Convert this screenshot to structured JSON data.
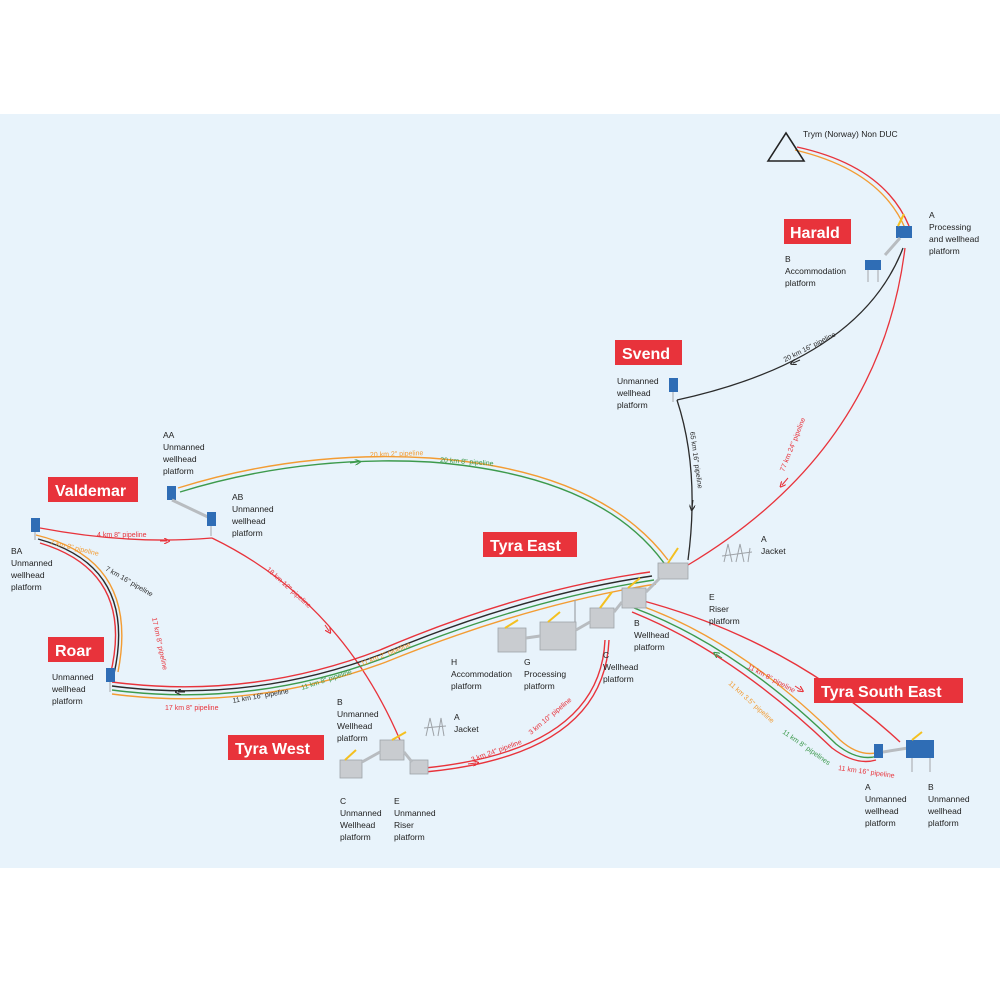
{
  "colors": {
    "background": "#e8f3fb",
    "label_red": "#e8333b",
    "pipe_red": "#e8333b",
    "pipe_orange": "#f39c33",
    "pipe_green": "#3d9a4c",
    "pipe_black": "#2b2b2b",
    "platform_blue": "#2f6db5",
    "platform_yellow": "#f4c020",
    "structure_grey": "#b8bcc0"
  },
  "fields": {
    "harald": "Harald",
    "svend": "Svend",
    "valdemar": "Valdemar",
    "tyra_east": "Tyra East",
    "roar": "Roar",
    "tyra_west": "Tyra West",
    "tyra_south_east": "Tyra South East"
  },
  "platforms": {
    "trym": "Trym (Norway) Non DUC",
    "harald_a": [
      "A",
      "Processing",
      "and wellhead",
      "platform"
    ],
    "harald_b": [
      "B",
      "Accommodation",
      "platform"
    ],
    "svend": [
      "Unmanned",
      "wellhead",
      "platform"
    ],
    "valdemar_aa": [
      "AA",
      "Unmanned",
      "wellhead",
      "platform"
    ],
    "valdemar_ab": [
      "AB",
      "Unmanned",
      "wellhead",
      "platform"
    ],
    "valdemar_ba": [
      "BA",
      "Unmanned",
      "wellhead",
      "platform"
    ],
    "roar": [
      "Unmanned",
      "wellhead",
      "platform"
    ],
    "tyra_east_a": [
      "A",
      "Jacket"
    ],
    "tyra_east_e": [
      "E",
      "Riser",
      "platform"
    ],
    "tyra_east_b": [
      "B",
      "Wellhead",
      "platform"
    ],
    "tyra_east_c": [
      "C",
      "Wellhead",
      "platform"
    ],
    "tyra_east_g": [
      "G",
      "Processing",
      "platform"
    ],
    "tyra_east_h": [
      "H",
      "Accommodation",
      "platform"
    ],
    "tyra_west_b": [
      "B",
      "Unmanned",
      "Wellhead",
      "platform"
    ],
    "tyra_west_a": [
      "A",
      "Jacket"
    ],
    "tyra_west_c": [
      "C",
      "Unmanned",
      "Wellhead",
      "platform"
    ],
    "tyra_west_e": [
      "E",
      "Unmanned",
      "Riser",
      "platform"
    ],
    "tse_a": [
      "A",
      "Unmanned",
      "wellhead",
      "platform"
    ],
    "tse_b": [
      "B",
      "Unmanned",
      "wellhead",
      "platform"
    ]
  },
  "pipelines": {
    "harald_svend": "20 km 16\" pipeline",
    "svend_tyra": "65 km 16\" pipeline",
    "harald_tyra": "77 km 24\" pipeline",
    "valdemar_tyra_2": "20 km 2\" pipeline",
    "valdemar_tyra_8": "20 km 8\" pipeline",
    "ba_ab": "4 km 8\" pipeline",
    "ab_tyrawest": "18 km 12\" pipeline",
    "ba_roar_2": "7 km 2\" pipeline",
    "ba_roar_16": "7 km 16\" pipeline",
    "ba_roar_8": "17 km 8\" pipeline",
    "roar_tyra_8": "17 km 8\" pipeline",
    "roar_tyra_16": "11 km 16\" pipeline",
    "roar_tyra_8b": "11 km 8\" pipeline",
    "roar_tyra_2": "11 km 2\" pipeline",
    "tyrawest_24": "3 km 24\" pipeline",
    "tyrawest_10": "3 km 10\" pipeline",
    "tse_8": "11 km 8\" pipeline",
    "tse_35": "11 km 3.5\" pipeline",
    "tse_8s": "11 km 8\" pipelines",
    "tse_16": "11 km 16\" pipeline"
  }
}
